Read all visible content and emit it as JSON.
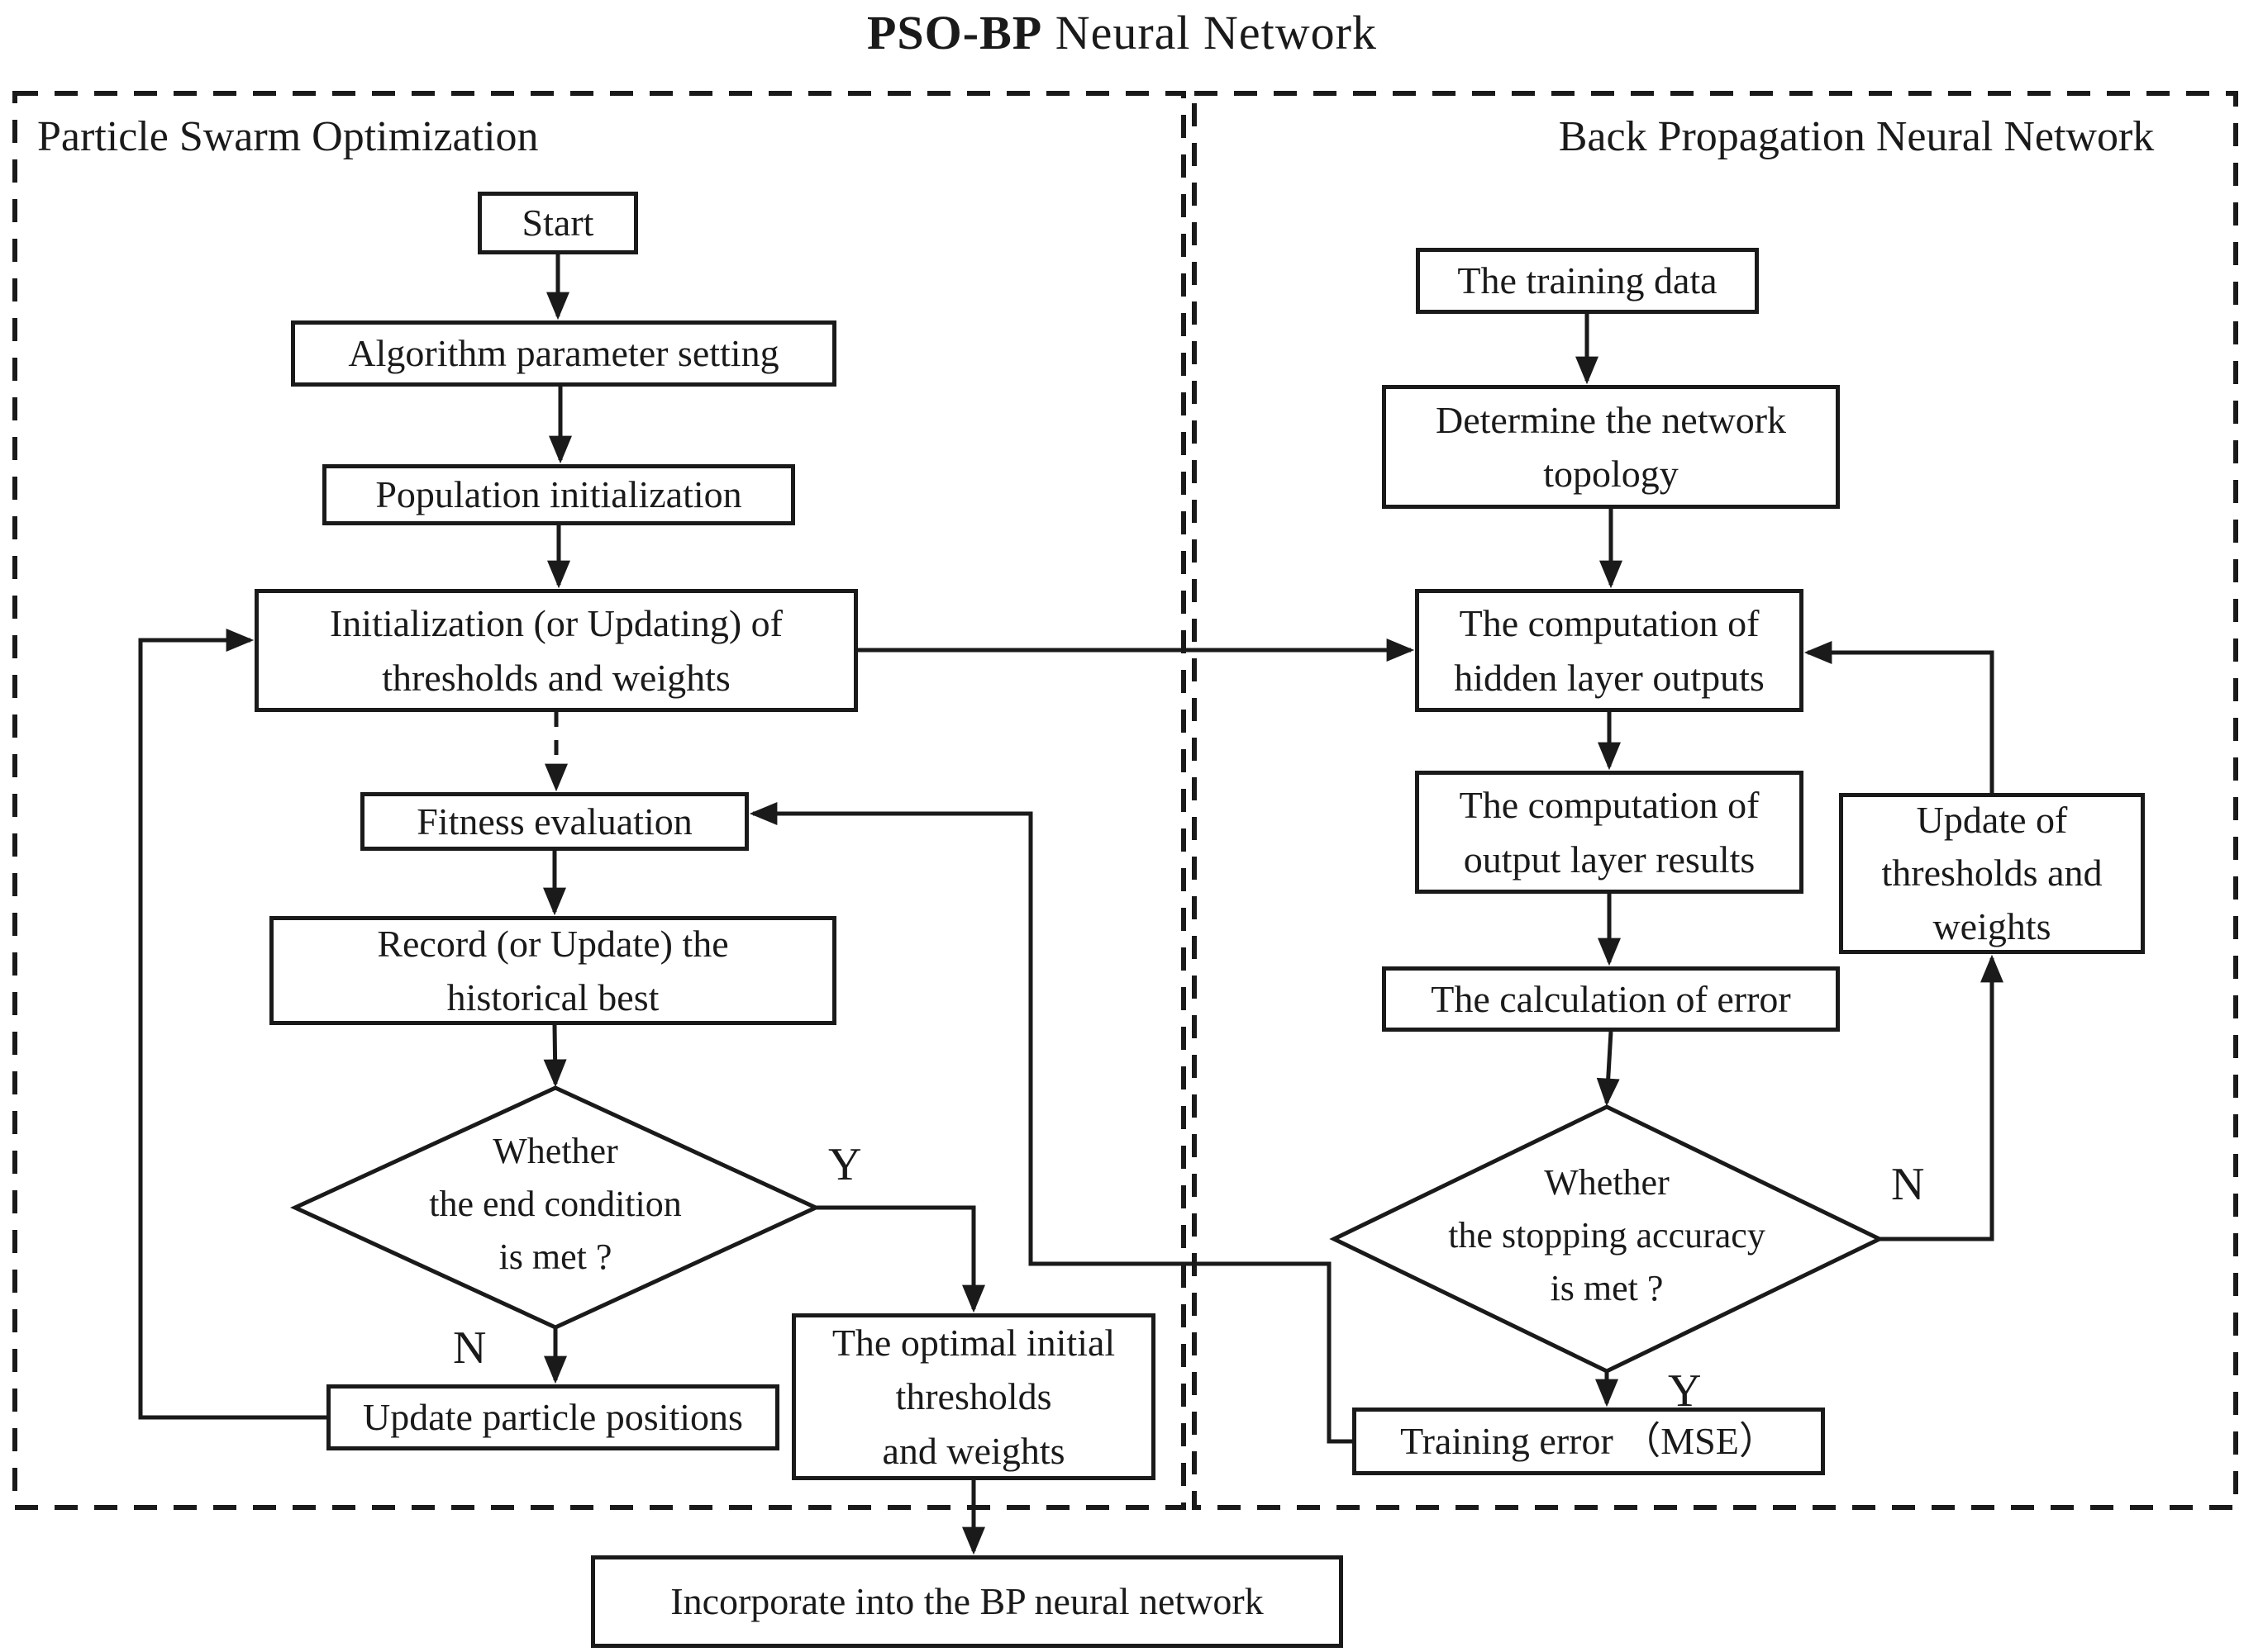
{
  "title": {
    "emphasis": "PSO-BP",
    "rest": " Neural Network"
  },
  "panels": {
    "pso": {
      "label": "Particle Swarm Optimization"
    },
    "bp": {
      "label": "Back Propagation Neural Network"
    }
  },
  "pso_nodes": {
    "start": {
      "label": "Start"
    },
    "parameter_setting": {
      "label": "Algorithm parameter setting"
    },
    "population_init": {
      "label": "Population initialization"
    },
    "init_update_weights": {
      "lines": [
        "Initialization (or Updating) of",
        "thresholds and weights"
      ]
    },
    "fitness_evaluation": {
      "label": "Fitness evaluation"
    },
    "record_best": {
      "lines": [
        "Record (or Update) the",
        "historical best"
      ]
    },
    "end_condition": {
      "lines": [
        "Whether",
        "the end condition",
        "is met ?"
      ]
    },
    "update_particles": {
      "label": "Update particle positions"
    },
    "optimal_initial": {
      "lines": [
        "The optimal initial",
        "thresholds",
        "and weights"
      ]
    }
  },
  "bp_nodes": {
    "training_data": {
      "label": "The training data"
    },
    "network_topology": {
      "lines": [
        "Determine the network",
        "topology"
      ]
    },
    "hidden_layer": {
      "lines": [
        "The computation of",
        "hidden layer outputs"
      ]
    },
    "output_layer": {
      "lines": [
        "The computation of",
        "output layer results"
      ]
    },
    "error_calculation": {
      "label": "The calculation of error"
    },
    "stopping_accuracy": {
      "lines": [
        "Whether",
        "the stopping accuracy",
        "is met ?"
      ]
    },
    "update_thresholds": {
      "lines": [
        "Update of",
        "thresholds and",
        "weights"
      ]
    },
    "training_error": {
      "label": "Training error （MSE）"
    }
  },
  "shared_nodes": {
    "incorporate": {
      "label": "Incorporate into the BP neural network"
    }
  },
  "edge_labels": {
    "pso_no": "N",
    "pso_yes": "Y",
    "bp_no": "N",
    "bp_yes": "Y"
  },
  "colors": {
    "ink": "#1a1a1a",
    "background": "#ffffff"
  }
}
